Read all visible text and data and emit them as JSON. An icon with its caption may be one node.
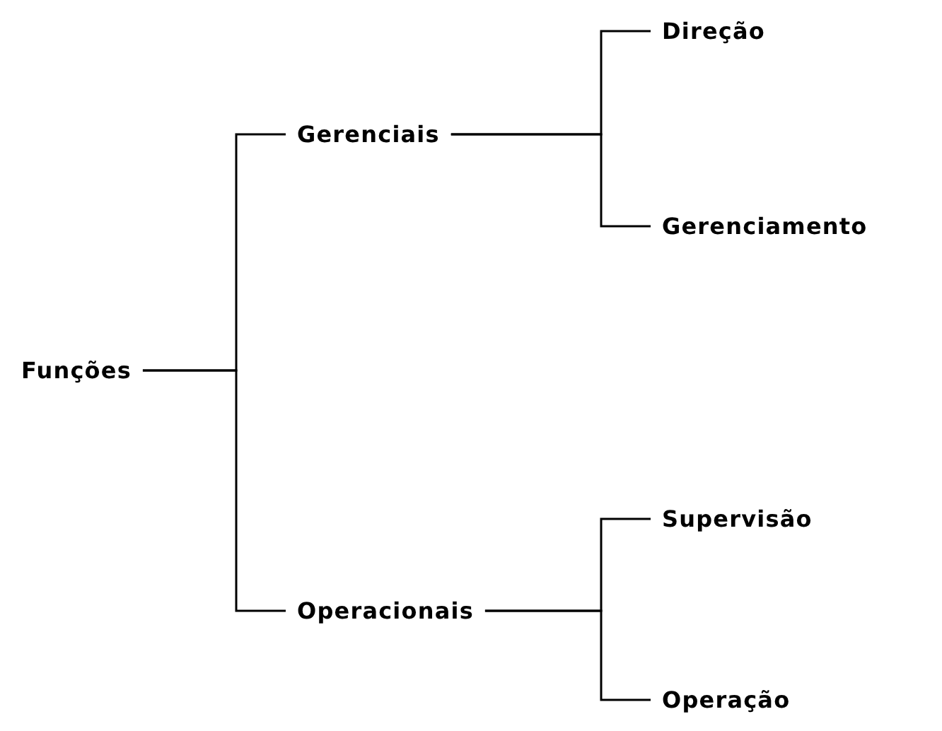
{
  "diagram": {
    "nodes": [
      {
        "text": [
          "Funções"
        ]
      },
      {
        "text": [
          "Gerenciais"
        ]
      },
      {
        "text": [
          "Direção"
        ]
      },
      {
        "text": [
          "Gerenciamento"
        ]
      },
      {
        "text": [
          "Operacionais"
        ]
      },
      {
        "text": [
          "Supervisão"
        ]
      },
      {
        "text": [
          "Operação"
        ]
      }
    ],
    "edges": [
      {
        "from": 0,
        "to": 1,
        "arrow": "none"
      },
      {
        "from": 0,
        "to": 4,
        "arrow": "none"
      },
      {
        "from": 1,
        "to": 2,
        "arrow": "none"
      },
      {
        "from": 1,
        "to": 3,
        "arrow": "none"
      },
      {
        "from": 4,
        "to": 5,
        "arrow": "none"
      },
      {
        "from": 4,
        "to": 6,
        "arrow": "none"
      }
    ]
  }
}
